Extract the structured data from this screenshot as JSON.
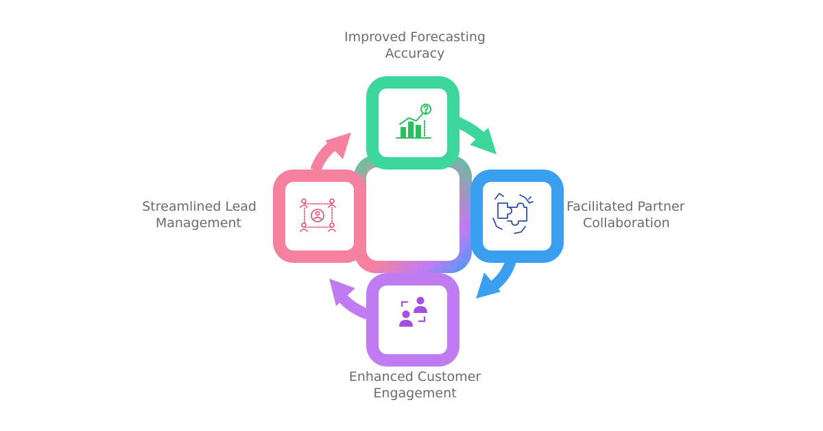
{
  "colors": {
    "green": "#3dd69c",
    "blue": "#3b9ff0",
    "purple": "#c07cf2",
    "pink": "#f6819f",
    "label_text": "#6b6b6b"
  },
  "steps": [
    {
      "id": "top",
      "lines": [
        "Improved Forecasting",
        "Accuracy"
      ],
      "icon": "bar-chart-question-icon",
      "color": "#3dd69c"
    },
    {
      "id": "right",
      "lines": [
        "Facilitated Partner",
        "Collaboration"
      ],
      "icon": "puzzle-hands-icon",
      "color": "#3b9ff0"
    },
    {
      "id": "bottom",
      "lines": [
        "Enhanced Customer",
        "Engagement"
      ],
      "icon": "people-exchange-icon",
      "color": "#c07cf2"
    },
    {
      "id": "left",
      "lines": [
        "Streamlined Lead",
        "Management"
      ],
      "icon": "network-people-icon",
      "color": "#f6819f"
    }
  ]
}
